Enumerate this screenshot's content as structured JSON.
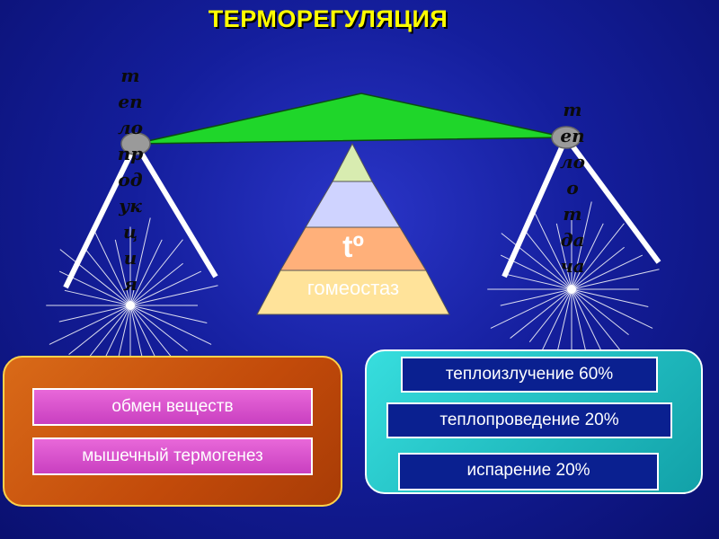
{
  "title": "ТЕРМОРЕГУЛЯЦИЯ",
  "left_vertical_text": "теплопродукция",
  "right_vertical_text": "теплоотдача",
  "pyramid": {
    "symbol": "tº",
    "label": "гомеостаз",
    "colors": {
      "top": "#d8ecb0",
      "second": "#cfd3ff",
      "third": "#ffb07a",
      "base": "#ffe39a"
    }
  },
  "left_panel": {
    "items": [
      "обмен веществ",
      "мышечный термогенез"
    ]
  },
  "right_panel": {
    "items": [
      "теплоизлучение 60%",
      "теплопроведение 20%",
      "испарение 20%"
    ]
  },
  "colors": {
    "background": "#141e9c",
    "title": "#ffff00",
    "beam": "#1fd62a",
    "left_panel": "#c24a0a",
    "right_panel": "#1fb9bd",
    "pink_box": "#d64fcf",
    "navy_box": "#0a2090"
  }
}
